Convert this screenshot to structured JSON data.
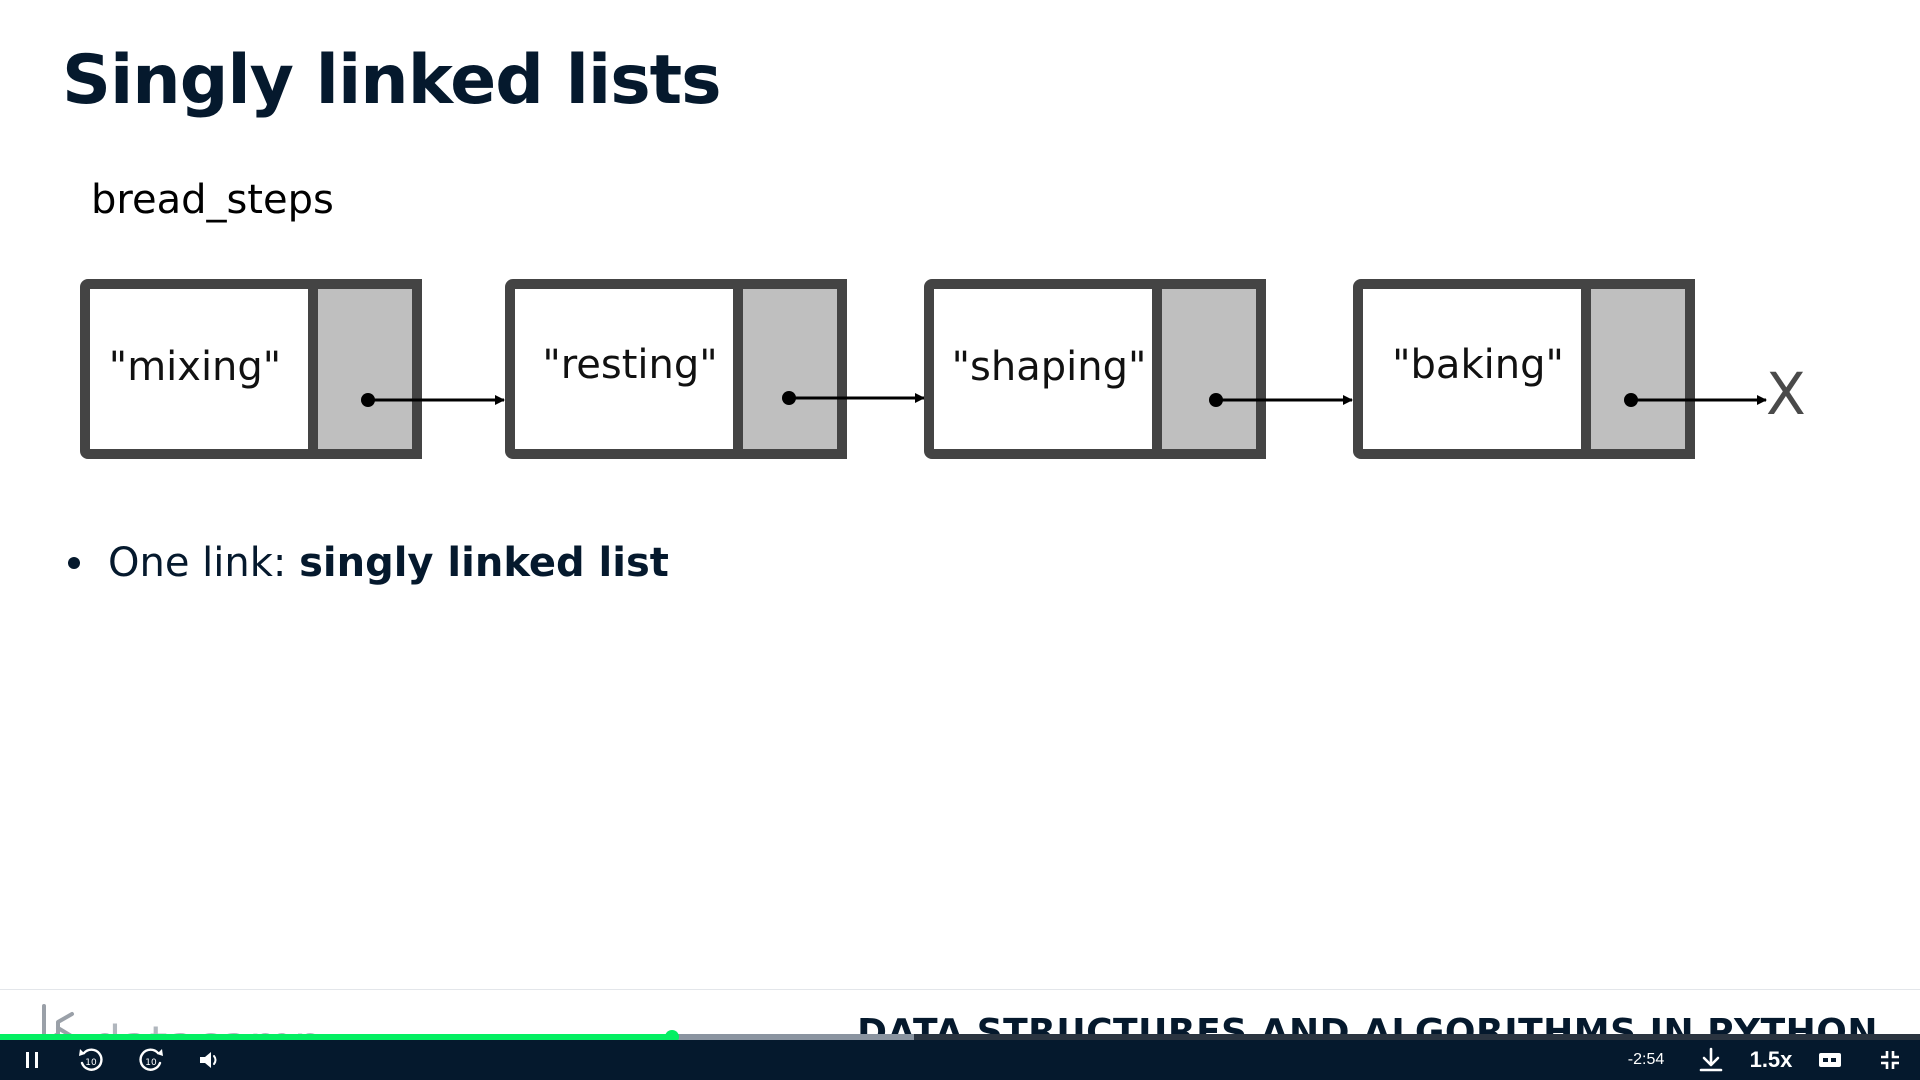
{
  "slide": {
    "title": "Singly linked lists",
    "list_name": "bread_steps",
    "nodes": [
      {
        "value": "\"mixing\""
      },
      {
        "value": "\"resting\""
      },
      {
        "value": "\"shaping\""
      },
      {
        "value": "\"baking\""
      }
    ],
    "null_marker": "X",
    "bullet": {
      "prefix": "One link: ",
      "bold": "singly linked list"
    }
  },
  "footer": {
    "brand": "datacamp",
    "course_title": "DATA STRUCTURES AND ALGORITHMS IN PYTHON"
  },
  "player": {
    "progress_fraction": 0.35,
    "buffered_fraction": 0.476,
    "time_remaining": "-2:54",
    "speed": "1.5x",
    "icons": {
      "play_pause": "pause-icon",
      "rewind": "rewind-10-icon",
      "forward": "forward-10-icon",
      "volume": "volume-icon",
      "download": "download-icon",
      "captions": "captions-icon",
      "fullscreen": "exit-fullscreen-icon"
    },
    "colors": {
      "progress": "#03ef62",
      "bar_background": "#05192d"
    }
  }
}
